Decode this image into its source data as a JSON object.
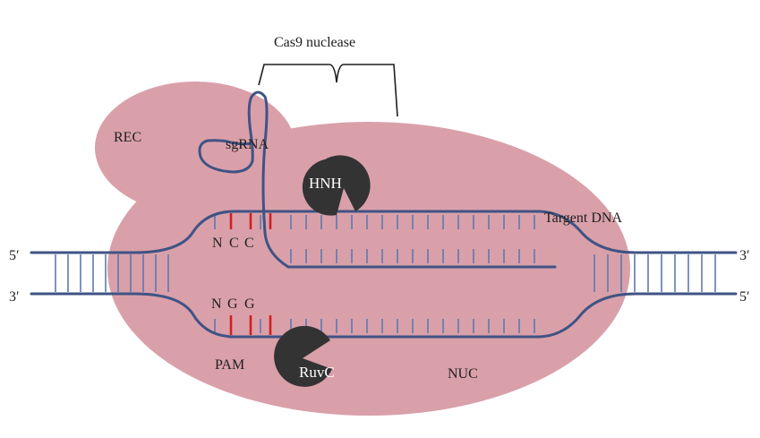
{
  "diagram": {
    "title": "Cas9 nuclease",
    "labels": {
      "rec": "REC",
      "sgrna": "sgRNA",
      "hnh": "HNH",
      "target_dna": "Targent DNA",
      "ruvc": "RuvC",
      "pam": "PAM",
      "nuc": "NUC",
      "left_top_end": "5′",
      "left_bottom_end": "3′",
      "right_top_end": "3′",
      "right_bottom_end": "5′",
      "top_seq": [
        "N",
        "C",
        "C"
      ],
      "bottom_seq": [
        "N",
        "G",
        "G"
      ]
    },
    "colors": {
      "protein_body": "#d9a0aa",
      "dna_strand": "#3f5384",
      "dna_rung": "#5d79ad",
      "pam_highlight": "#d21f1f",
      "domain_dark": "#333333"
    }
  }
}
